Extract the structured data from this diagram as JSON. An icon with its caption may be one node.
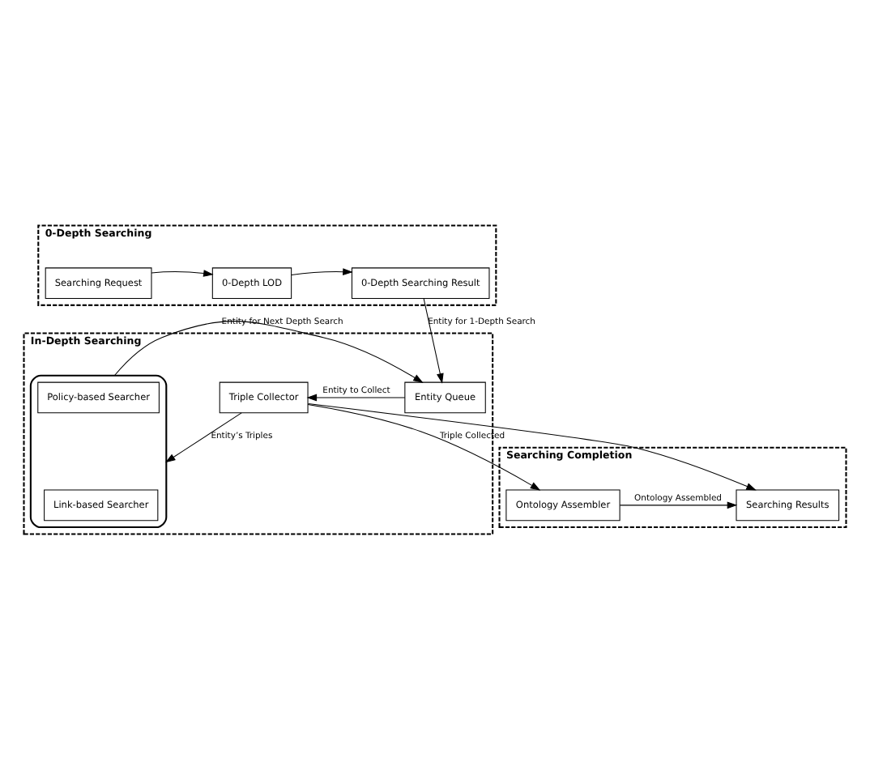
{
  "diagram": {
    "nodes": [
      {
        "text": [
          "0-Depth Searching"
        ]
      },
      {
        "text": [
          "Searching Request"
        ],
        "in": 0
      },
      {
        "text": [
          "0-Depth LOD"
        ],
        "in": 0
      },
      {
        "text": [
          "0-Depth Searching Result"
        ],
        "in": 0
      },
      {
        "text": [
          "In-Depth Searching"
        ]
      },
      {
        "text": [],
        "shape": "box",
        "in": 4
      },
      {
        "text": [
          "Policy-based Searcher"
        ],
        "in": 5
      },
      {
        "text": [
          "Link-based Searcher"
        ],
        "in": 5
      },
      {
        "text": [
          "Triple Collector"
        ],
        "in": 4
      },
      {
        "text": [
          "Entity Queue"
        ],
        "in": 4
      },
      {
        "text": [
          "Searching Completion"
        ]
      },
      {
        "text": [
          "Ontology Assembler"
        ],
        "in": 10
      },
      {
        "text": [
          "Searching Results"
        ],
        "in": 10
      }
    ],
    "edges": [
      {
        "from": 1,
        "to": 2,
        "arrow": "to"
      },
      {
        "from": 2,
        "to": 3,
        "arrow": "to"
      },
      {
        "from": 3,
        "to": 9,
        "arrow": "to",
        "label": "Entity for 1-Depth Search"
      },
      {
        "from": 5,
        "to": 9,
        "arrow": "to",
        "label": "Entity for Next Depth Search"
      },
      {
        "from": 9,
        "to": 8,
        "arrow": "to",
        "label": "Entity to Collect"
      },
      {
        "from": 8,
        "to": 5,
        "arrow": "to",
        "label": "Entity’s Triples"
      },
      {
        "from": 8,
        "to": 11,
        "arrow": "to",
        "label": "Triple Collected"
      },
      {
        "from": 8,
        "to": 12,
        "arrow": "to"
      },
      {
        "from": 11,
        "to": 12,
        "arrow": "to",
        "label": "Ontology Assembled"
      }
    ]
  }
}
